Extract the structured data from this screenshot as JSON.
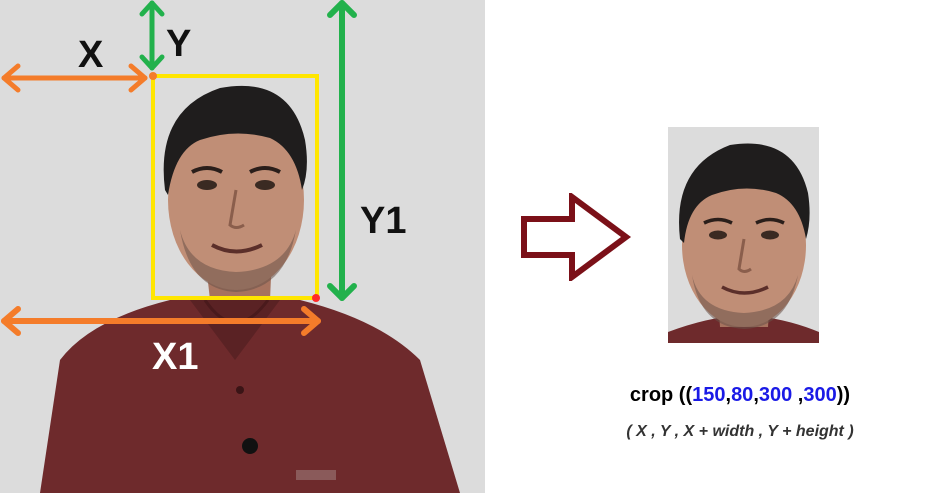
{
  "labels": {
    "x": "X",
    "y": "Y",
    "y1": "Y1",
    "x1": "X1"
  },
  "formula": {
    "prefix": "crop ((",
    "values": [
      "150",
      "80",
      "300",
      "300"
    ],
    "sep1": ",",
    "sep2": ",",
    "sep3": " ,",
    "suffix": "))"
  },
  "hint": "( X , Y , X + width , Y + height )",
  "colors": {
    "x_arrow": "#f47c2a",
    "y_arrow": "#22b14c",
    "crop_box": "#ffe600",
    "transform_arrow": "#7b1018",
    "value_text": "#1a1ae6"
  },
  "icons": {
    "transform_arrow": "right-arrow-outline-icon"
  }
}
